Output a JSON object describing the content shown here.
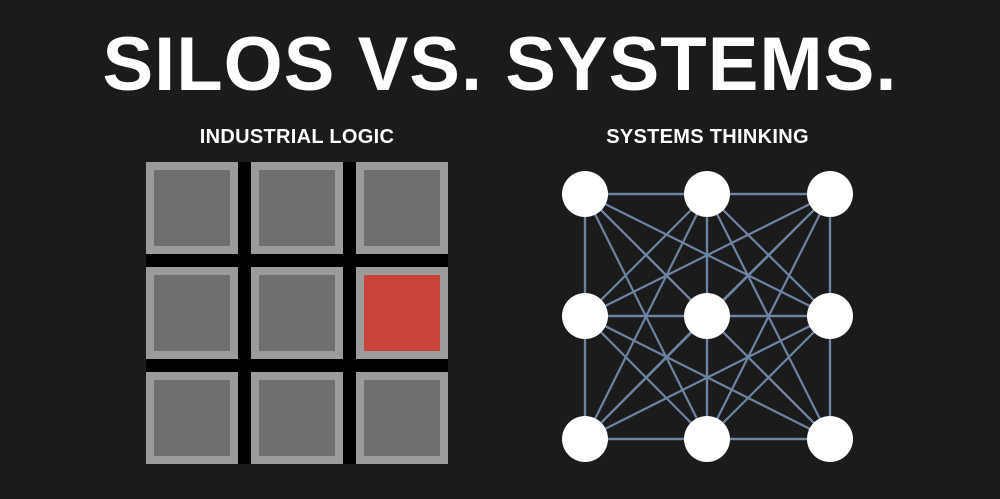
{
  "title": "SILOS VS. SYSTEMS.",
  "left_panel": {
    "label": "INDUSTRIAL LOGIC",
    "grid_rows": 3,
    "grid_cols": 3,
    "highlighted_cell": {
      "row": 1,
      "col": 2
    },
    "colors": {
      "cell_border": "#9b9b9b",
      "cell_fill": "#6f6f6f",
      "highlight_fill": "#c8443a",
      "divider": "#000000"
    }
  },
  "right_panel": {
    "label": "SYSTEMS THINKING",
    "node_rows": 3,
    "node_cols": 3,
    "connectivity": "fully-connected",
    "colors": {
      "node": "#ffffff",
      "edge": "#6d84a3"
    }
  },
  "colors": {
    "background": "#1b1b1b",
    "text": "#ffffff"
  }
}
